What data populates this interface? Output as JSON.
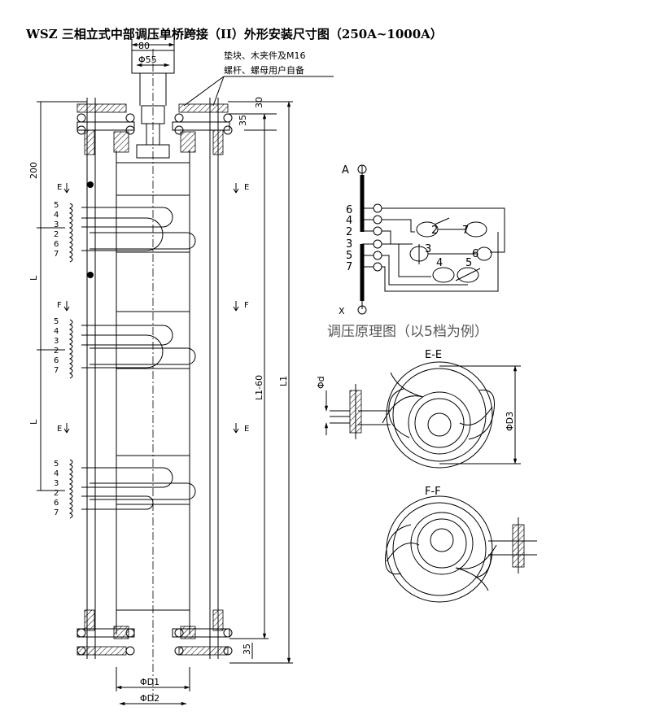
{
  "title": "WSZ  三相立式中部调压单桥跨接（II）外形安装尺寸图（250A~1000A）",
  "dimensions": {
    "top_width": "80",
    "top_diameter": "Φ55",
    "right_top": "30",
    "right_flange": "35",
    "left_top": "200",
    "left_L_upper": "L",
    "left_L_lower": "L",
    "inner_height": "L1-60",
    "total_height": "L1",
    "bottom_flange": "35",
    "bottom_d1": "ΦD1",
    "bottom_d2": "ΦD2"
  },
  "notes": {
    "line1": "垫块、木夹件及M16",
    "line2": "螺杆、螺母用户自备"
  },
  "section_markers": {
    "e": "E",
    "f": "F"
  },
  "tap_numbers": {
    "e_upper": [
      "5",
      "4",
      "3",
      "2",
      "6",
      "7"
    ],
    "f_middle": [
      "5",
      "4",
      "3",
      "2",
      "6",
      "7"
    ],
    "e_lower": [
      "5",
      "4",
      "3",
      "2",
      "6",
      "7"
    ]
  },
  "schematic": {
    "terminal_a": "A",
    "terminal_x": "X",
    "left_taps": [
      "6",
      "4",
      "2",
      "3",
      "5",
      "7"
    ],
    "switch_labels": [
      "2",
      "7",
      "6",
      "3",
      "4",
      "5"
    ],
    "caption": "调压原理图（以5档为例）"
  },
  "section_ee": {
    "title": "E-E",
    "d_label": "Φd",
    "d3_label": "ΦD3"
  },
  "section_ff": {
    "title": "F-F"
  }
}
